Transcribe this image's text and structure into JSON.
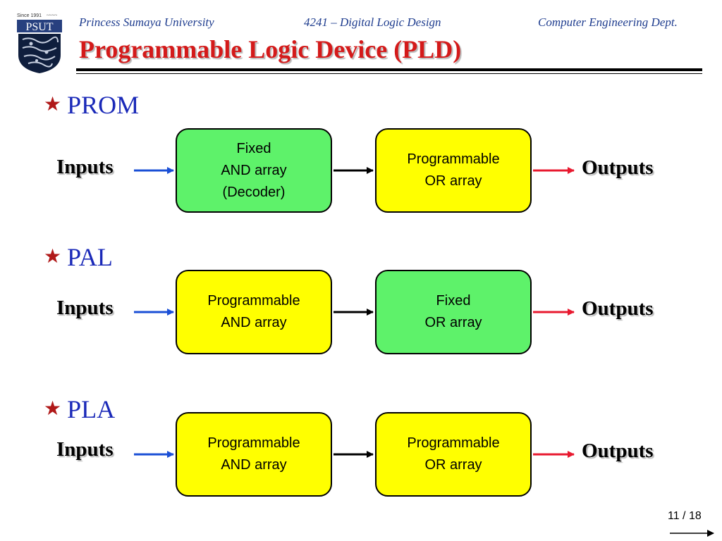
{
  "header": {
    "university": "Princess Sumaya University",
    "course": "4241 – Digital Logic Design",
    "department": "Computer Engineering Dept.",
    "title": "Programmable Logic Device (PLD)"
  },
  "logo": {
    "since": "Since 1991",
    "abbrev": "PSUT"
  },
  "colors": {
    "header_text": "#1f3d8f",
    "title": "#d41a1a",
    "section_label": "#1a29b8",
    "star": "#b01919",
    "fixed_box": "#5ef26a",
    "programmable_box": "#ffff00",
    "input_arrow": "#1a4fd6",
    "output_arrow": "#e8192f"
  },
  "sections": [
    {
      "label": "PROM",
      "inputs": "Inputs",
      "outputs": "Outputs",
      "blocks": [
        {
          "lines": [
            "Fixed",
            "AND array",
            "(Decoder)"
          ],
          "kind": "fixed"
        },
        {
          "lines": [
            "Programmable",
            "OR array"
          ],
          "kind": "programmable"
        }
      ]
    },
    {
      "label": "PAL",
      "inputs": "Inputs",
      "outputs": "Outputs",
      "blocks": [
        {
          "lines": [
            "Programmable",
            "AND array"
          ],
          "kind": "programmable"
        },
        {
          "lines": [
            "Fixed",
            "OR array"
          ],
          "kind": "fixed"
        }
      ]
    },
    {
      "label": "PLA",
      "inputs": "Inputs",
      "outputs": "Outputs",
      "blocks": [
        {
          "lines": [
            "Programmable",
            "AND array"
          ],
          "kind": "programmable"
        },
        {
          "lines": [
            "Programmable",
            "OR array"
          ],
          "kind": "programmable"
        }
      ]
    }
  ],
  "page": {
    "current": "11",
    "total": "18",
    "label": "11 / 18"
  }
}
